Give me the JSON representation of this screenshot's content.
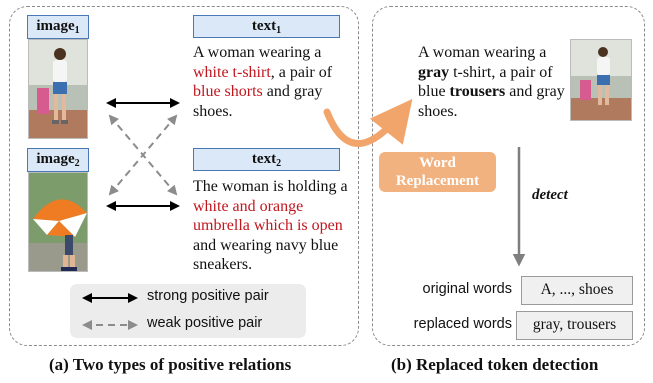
{
  "left_panel": {
    "image1_label": {
      "base": "image",
      "sub": "1"
    },
    "image2_label": {
      "base": "image",
      "sub": "2"
    },
    "text1_label": {
      "base": "text",
      "sub": "1"
    },
    "text2_label": {
      "base": "text",
      "sub": "2"
    },
    "text1": {
      "part1": "A woman wearing a",
      "red1": "white t-shirt",
      "part2": ", a pair of",
      "red2": "blue shorts",
      "part3": " and gray shoes."
    },
    "text2": {
      "part1": "The woman is holding a",
      "red1": "white and orange umbrella which is open",
      "part2": " and wearing navy blue sneakers."
    },
    "legend": {
      "strong": "strong positive pair",
      "weak": "weak positive pair"
    },
    "caption": "(a) Two types of positive relations"
  },
  "right_panel": {
    "text": {
      "part1": "A woman wearing a ",
      "bold1": "gray",
      "part2": " t-shirt, a pair of blue ",
      "bold2": "trousers",
      "part3": " and gray shoes."
    },
    "word_replacement": "Word Replacement",
    "detect": "detect",
    "original_words_label": "original words",
    "original_words_value": "A, ..., shoes",
    "replaced_words_label": "replaced words",
    "replaced_words_value": "gray, trousers",
    "caption": "(b) Replaced token detection"
  },
  "colors": {
    "highlight_red": "#c0171f",
    "tag_fill": "#dbe8f7",
    "tag_border": "#4a78b5",
    "replacement_orange": "#f2b27f",
    "strong_arrow": "#000000",
    "weak_arrow": "#8c8c8c"
  }
}
